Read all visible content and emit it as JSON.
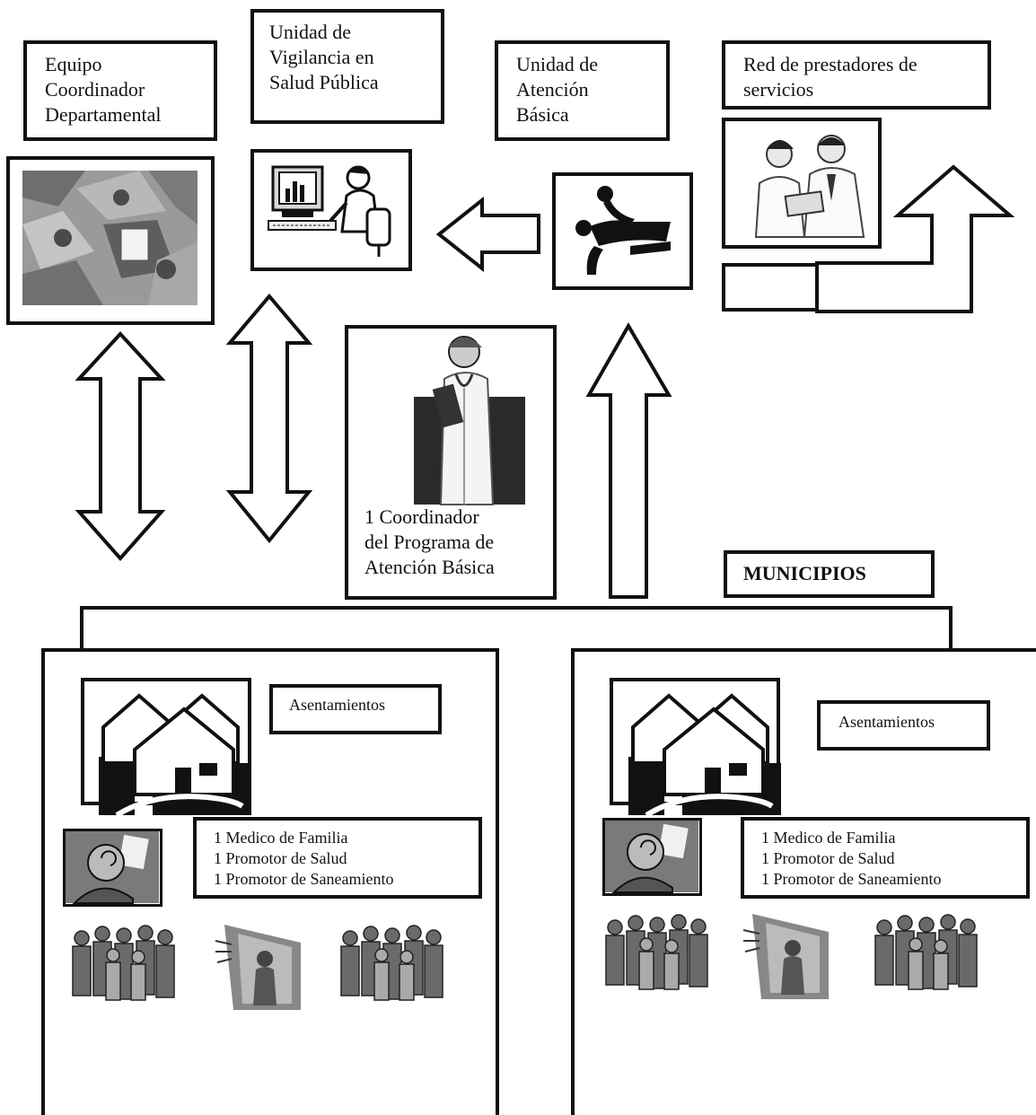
{
  "labels": {
    "equipo": "Equipo\nCoordinador\nDepartamental",
    "vigilancia": "Unidad de\nVigilancia en\nSalud Pública",
    "atencion": "Unidad de\nAtención\nBásica",
    "red": "Red de prestadores de\nservicios",
    "coordinador": "1 Coordinador\ndel Programa de\nAtención Básica",
    "municipios": "MUNICIPIOS",
    "asent_left": "Asentamientos",
    "asent_right": "Asentamientos",
    "staff_left": "1 Medico de  Familia\n1 Promotor de Salud\n1 Promotor de Saneamiento",
    "staff_right": "1 Medico de Familia\n1 Promotor de Salud\n1 Promotor de Saneamiento"
  },
  "icons": {
    "meeting": "meeting-illustration",
    "computer": "computer-user-illustration",
    "first_aid": "first-aid-icon",
    "doctors": "doctors-illustration",
    "coordinator": "doctor-coordinator-illustration",
    "houses": "houses-icon",
    "physician": "physician-icon",
    "crowd": "crowd-illustration",
    "speaker": "speaker-illustration"
  },
  "colors": {
    "ink": "#111111",
    "paper": "#ffffff",
    "gray": "#8a8a8a"
  }
}
